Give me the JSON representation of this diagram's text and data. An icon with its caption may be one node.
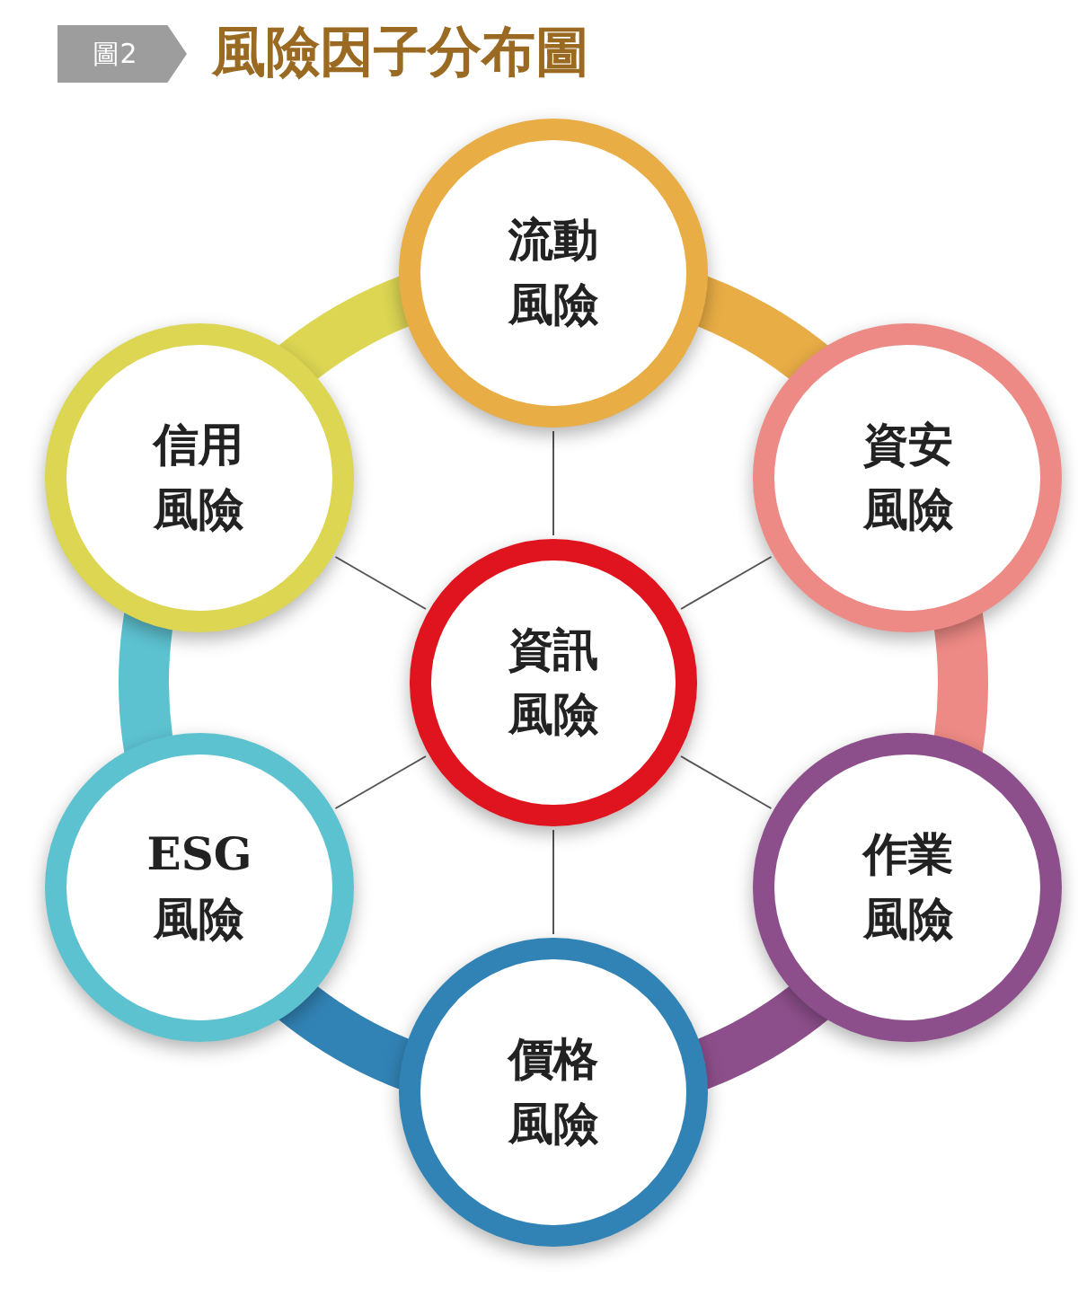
{
  "diagram": {
    "title": "風險因子分布圖",
    "nodes": [
      {
        "text": [
          "資訊風險"
        ]
      },
      {
        "text": [
          "流動風險"
        ]
      },
      {
        "text": [
          "資安風險"
        ]
      },
      {
        "text": [
          "作業風險"
        ]
      },
      {
        "text": [
          "價格風險"
        ]
      },
      {
        "text": [
          "ESG風險"
        ]
      },
      {
        "text": [
          "信用風險"
        ]
      }
    ],
    "edges": [
      {
        "from": 0,
        "to": 1,
        "arrow": "none"
      },
      {
        "from": 0,
        "to": 2,
        "arrow": "none"
      },
      {
        "from": 0,
        "to": 3,
        "arrow": "none"
      },
      {
        "from": 0,
        "to": 4,
        "arrow": "none"
      },
      {
        "from": 0,
        "to": 5,
        "arrow": "none"
      },
      {
        "from": 0,
        "to": 6,
        "arrow": "none"
      }
    ],
    "labels": [
      "圖2"
    ]
  }
}
